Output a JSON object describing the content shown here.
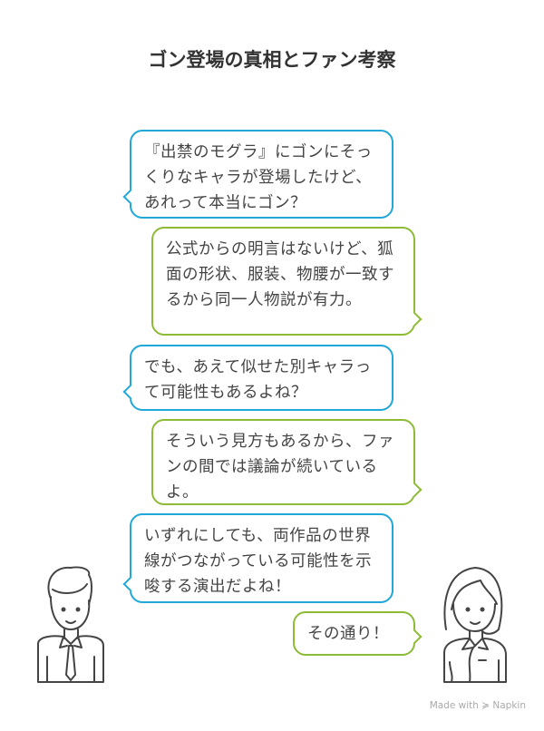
{
  "title": "ゴン登場の真相とファン考察",
  "dialogue": [
    {
      "speaker": "left",
      "text": "『出禁のモグラ』にゴンにそっくりなキャラが登場したけど、あれって本当にゴン？"
    },
    {
      "speaker": "right",
      "text": "公式からの明言はないけど、狐面の形状、服装、物腰が一致するから同一人物説が有力。"
    },
    {
      "speaker": "left",
      "text": "でも、あえて似せた別キャラって可能性もあるよね？"
    },
    {
      "speaker": "right",
      "text": "そういう見方もあるから、ファンの間では議論が続いているよ。"
    },
    {
      "speaker": "left",
      "text": "いずれにしても、両作品の世界線がつながっている可能性を示唆する演出だよね！"
    },
    {
      "speaker": "right",
      "text": "その通り！"
    }
  ],
  "credit": "Made with ≽ Napkin",
  "colors": {
    "left": "#1fa8d8",
    "right": "#8dbb35"
  }
}
